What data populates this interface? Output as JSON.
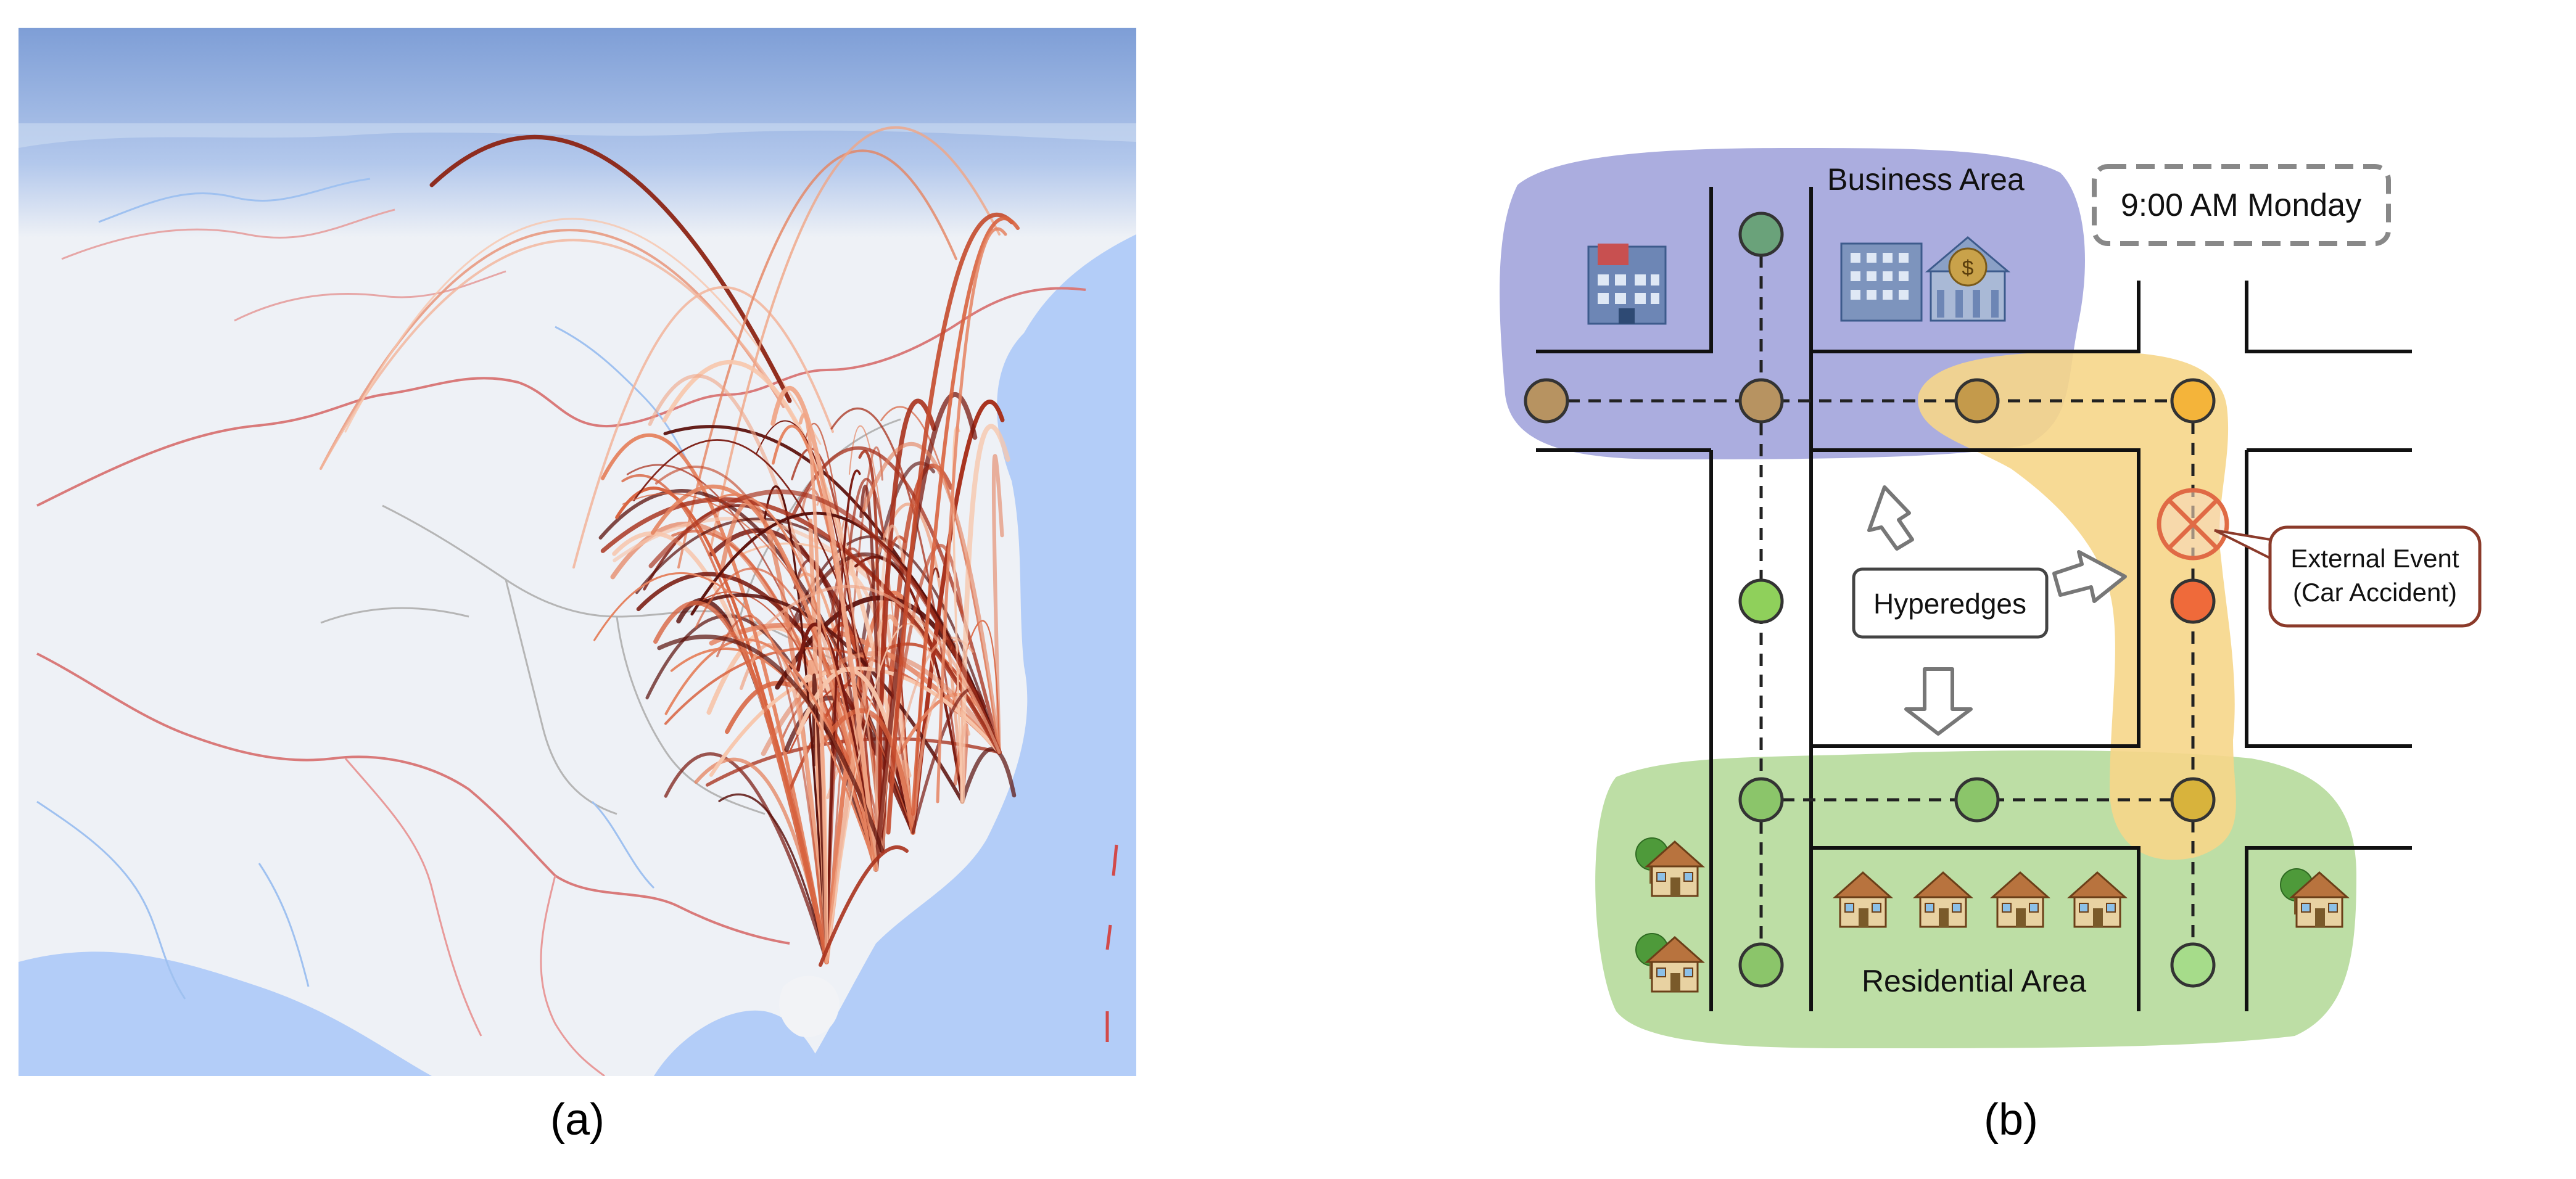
{
  "panel_a": {
    "caption": "(a)"
  },
  "panel_b": {
    "caption": "(b)",
    "business_area_label": "Business Area",
    "time_label": "9:00 AM Monday",
    "hyperedges_label": "Hyperedges",
    "external_event_line1": "External Event",
    "external_event_line2": "(Car Accident)",
    "residential_area_label": "Residential Area",
    "icons": [
      "office-building-icon",
      "bank-icon",
      "house-tree-icon",
      "house-icon",
      "accident-marker-icon",
      "arrow-icon"
    ],
    "colors": {
      "business_zone": "#a7a9dd",
      "residential_zone": "#b9dca0",
      "accident_path": "#f6d68a",
      "node_brown": "#b79361",
      "node_green_dark": "#6aa27a",
      "node_green": "#8fd05b",
      "node_yellow": "#f4b43a",
      "node_olive": "#d8b33c",
      "node_red": "#ef6a3a",
      "accent_red": "#e06a45"
    }
  }
}
